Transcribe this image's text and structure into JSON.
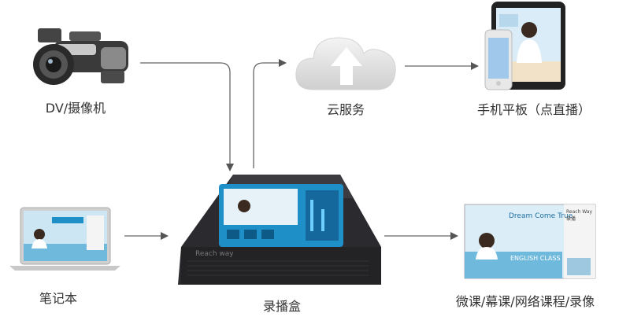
{
  "nodes": {
    "camera": {
      "label": "DV/摄像机"
    },
    "cloud": {
      "label": "云服务"
    },
    "mobile": {
      "label": "手机平板（点直播）"
    },
    "laptop": {
      "label": "笔记本"
    },
    "recorder": {
      "label": "录播盒",
      "brand": "Reach way"
    },
    "courses": {
      "label": "微课/幕课/网络课程/录像"
    }
  },
  "screens": {
    "course_title": "Dream Come True",
    "course_subtitle": "ENGLISH CLASS",
    "course_side": "Reach Way 录播"
  },
  "colors": {
    "arrow": "#555555",
    "device": "#2b2b2f",
    "screen_blue": "#1f8fc8",
    "cloud": "#dcdcdc"
  },
  "icons": [
    "camera-icon",
    "cloud-upload-icon",
    "tablet-icon",
    "phone-icon",
    "laptop-icon",
    "recorder-box-icon",
    "course-screen-icon"
  ]
}
